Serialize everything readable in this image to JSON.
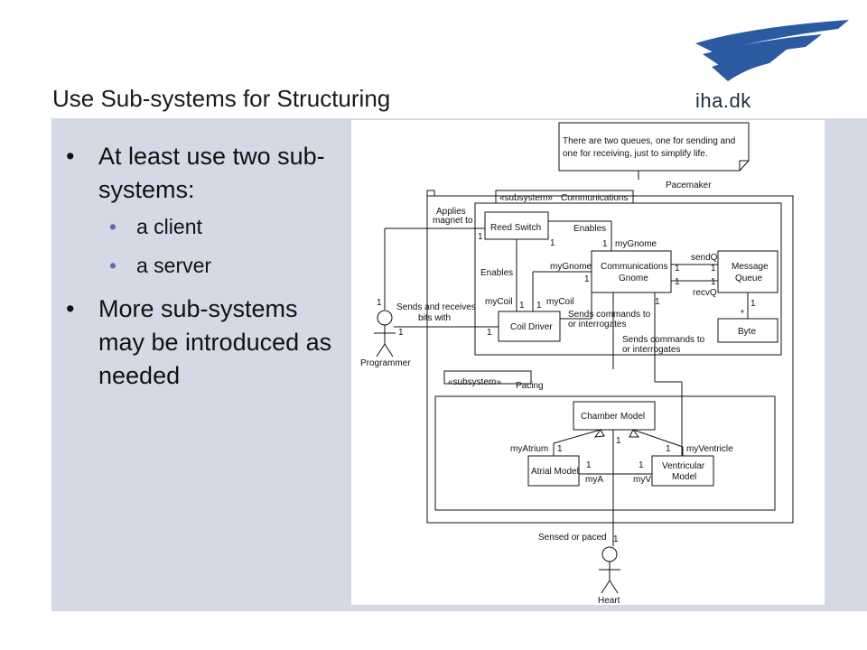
{
  "slide": {
    "title": "Use Sub-systems for Structuring",
    "logo_text": "iha.dk"
  },
  "bullets": [
    {
      "text": "At least use two sub-systems:",
      "sub": [
        "a client",
        "a server"
      ]
    },
    {
      "text": "More sub-systems may be introduced as needed",
      "sub": []
    }
  ],
  "diagram": {
    "note": [
      "There are two queues, one for sending and",
      "one for receiving, just to simplify life."
    ],
    "pacemaker": "Pacemaker",
    "comm_stereotype": "«subsystem»",
    "comm_name": "Communications",
    "pacing_stereotype": "«subsystem»",
    "pacing_name": "Pacing",
    "reed_switch": "Reed Switch",
    "comm_gnome": [
      "Communications",
      "Gnome"
    ],
    "message_queue": [
      "Message",
      "Queue"
    ],
    "coil_driver": "Coil Driver",
    "byte": "Byte",
    "chamber_model": "Chamber Model",
    "atrial_model": "Atrial Model",
    "ventricular_model": [
      "Ventricular",
      "Model"
    ],
    "programmer": "Programmer",
    "heart": "Heart",
    "labels": {
      "applies": [
        "Applies",
        "magnet to"
      ],
      "enables1": "Enables",
      "enables2": "Enables",
      "my_gnome1": "myGnome",
      "my_gnome2": "myGnome",
      "send_q": "sendQ",
      "recv_q": "recvQ",
      "my_coil1": "myCoil",
      "my_coil2": "myCoil",
      "sends_receives": [
        "Sends and receives",
        "bits with"
      ],
      "sends_cmd1": [
        "Sends commands to",
        "or interrogates"
      ],
      "sends_cmd2": [
        "Sends commands to",
        "or interrogates"
      ],
      "my_atrium": "myAtrium",
      "my_ventricle": "myVentricle",
      "my_a": "myA",
      "my_v": "myV",
      "sensed": "Sensed or paced",
      "one": "1",
      "star": "*"
    }
  }
}
